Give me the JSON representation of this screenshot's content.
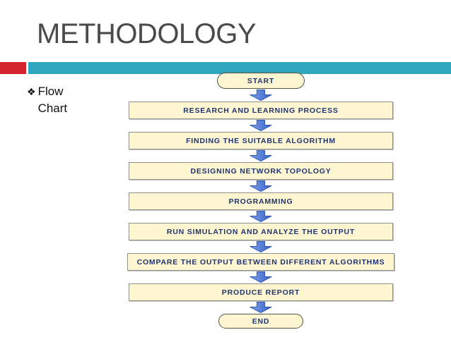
{
  "slide": {
    "title": "METHODOLOGY",
    "bullet": {
      "marker": "❖",
      "line1": "Flow",
      "line2": "Chart"
    }
  },
  "flowchart": {
    "nodes": [
      {
        "type": "terminator",
        "label": "START"
      },
      {
        "type": "process",
        "label": "RESEARCH AND LEARNING PROCESS"
      },
      {
        "type": "process",
        "label": "FINDING THE SUITABLE ALGORITHM"
      },
      {
        "type": "process",
        "label": "DESIGNING NETWORK TOPOLOGY"
      },
      {
        "type": "process",
        "label": "PROGRAMMING"
      },
      {
        "type": "process",
        "label": "RUN SIMULATION AND ANALYZE THE OUTPUT"
      },
      {
        "type": "process",
        "label": "COMPARE THE OUTPUT BETWEEN DIFFERENT ALGORITHMS"
      },
      {
        "type": "process",
        "label": "PRODUCE REPORT"
      },
      {
        "type": "terminator",
        "label": "END"
      }
    ],
    "connector_icon": "down-arrow-icon"
  },
  "colors": {
    "bg": "#ffffff",
    "title-gray": "#4a4a4a",
    "accent-red": "#d2232e",
    "accent-teal": "#2ea6be",
    "node-fill": "#fdf6d0",
    "node-border": "#90908a",
    "terminator-border": "#55544a",
    "node-text": "#1f3472",
    "arrow-dark": "#2d57b4",
    "bullet-text": "#111111"
  }
}
